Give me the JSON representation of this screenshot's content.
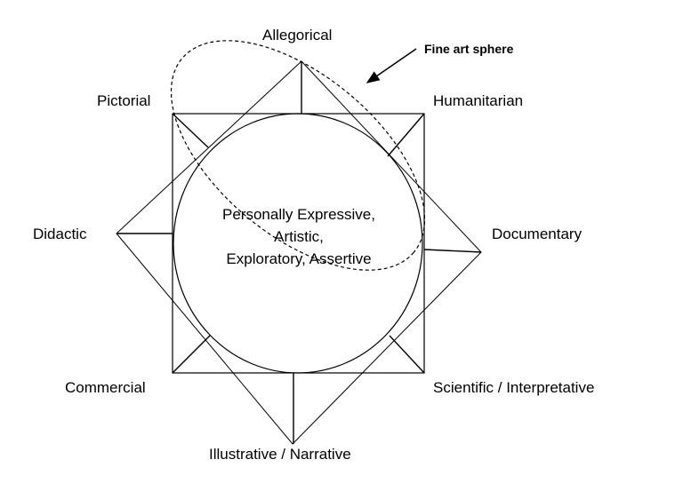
{
  "labels": {
    "allegorical": "Allegorical",
    "pictorial": "Pictorial",
    "humanitarian": "Humanitarian",
    "didactic": "Didactic",
    "documentary": "Documentary",
    "commercial": "Commercial",
    "scientific": "Scientific / Interpretative",
    "illustrative": "Illustrative / Narrative"
  },
  "center": {
    "line1": "Personally Expressive,",
    "line2": "Artistic,",
    "line3": "Exploratory, Assertive"
  },
  "annotation": {
    "sphere_label": "Fine art sphere"
  },
  "colors": {
    "stroke": "#000000",
    "background": "#ffffff"
  }
}
